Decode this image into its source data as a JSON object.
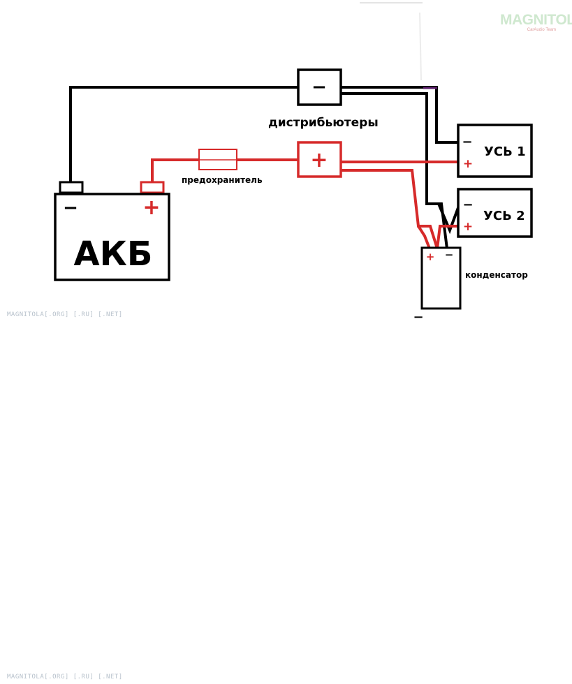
{
  "logo": {
    "text": "MAGNITOLA",
    "subtitle": "CarAudio Team"
  },
  "watermark": {
    "top": "MAGNITOLA[.ORG] [.RU] [.NET]",
    "bottom": "MAGNITOLA[.ORG] [.RU] [.NET]"
  },
  "battery": {
    "label": "АКБ",
    "minus": "−",
    "plus": "+"
  },
  "fuse": {
    "label": "предохранитель"
  },
  "distributors": {
    "label": "дистрибьютеры",
    "minus": "−",
    "plus": "+"
  },
  "amp1": {
    "label": "УСЬ 1",
    "minus": "−",
    "plus": "+"
  },
  "amp2": {
    "label": "УСЬ 2",
    "minus": "−",
    "plus": "+"
  },
  "capacitor": {
    "label": "конденсатор",
    "minus": "−",
    "plus": "+"
  },
  "ground": {
    "symbol": "−"
  },
  "colors": {
    "positive": "#d62a2a",
    "negative": "#000000",
    "fuse": "#d62a2a"
  }
}
